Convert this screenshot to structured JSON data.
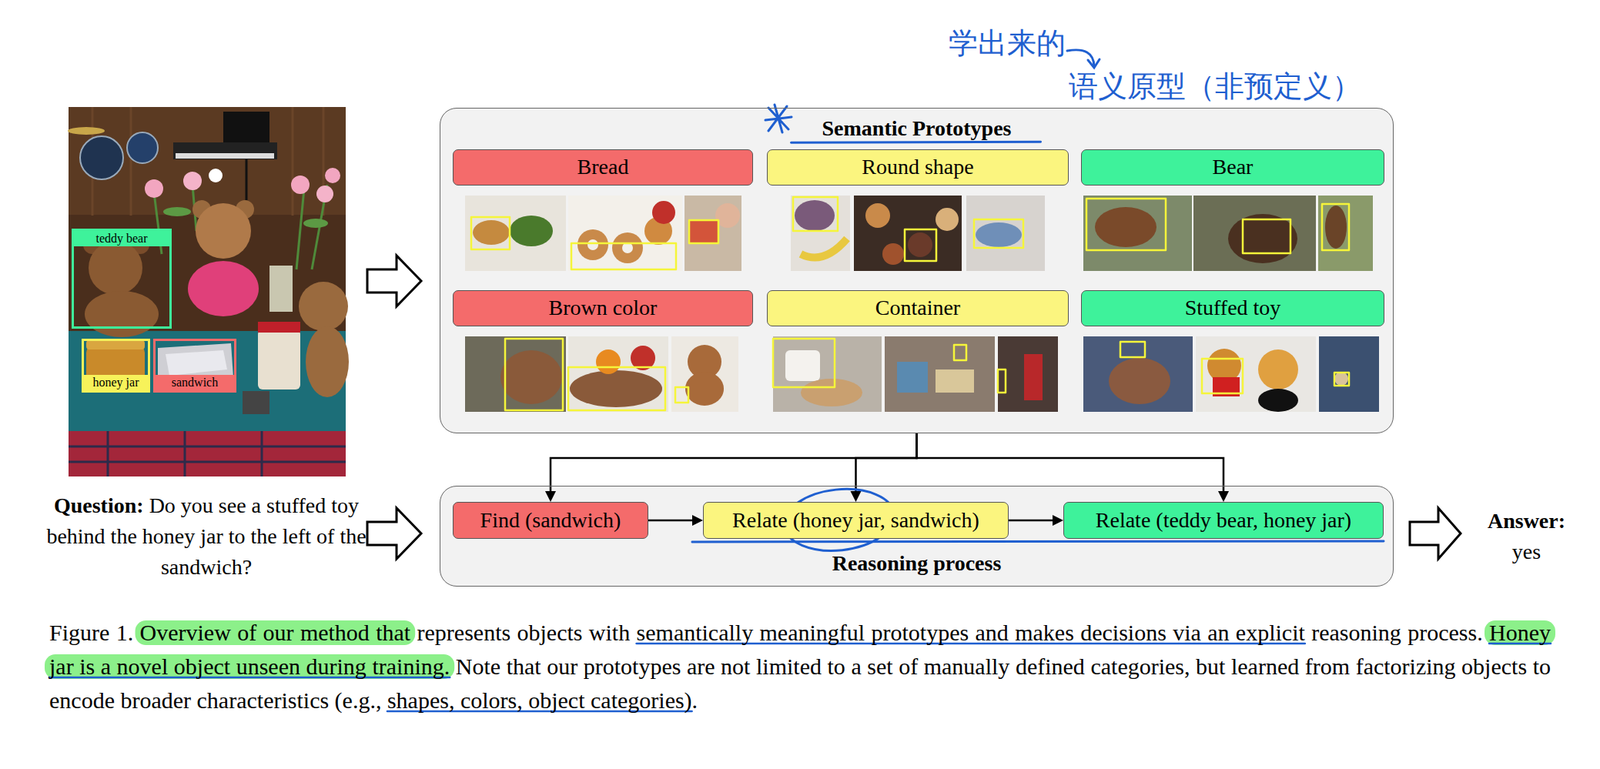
{
  "diagram": {
    "caption": "Figure 1. Overview of our method that represents objects with semantically meaningful prototypes and makes decisions via an explicit reasoning process. Honey jar is a novel object unseen during training. Note that our prototypes are not limited to a set of manually defined categories, but learned from factorizing objects to encode broader characteristics (e.g., shapes, colors, object categories).",
    "nodes": [
      {
        "text": [
          "teddy bear"
        ]
      },
      {
        "text": [
          "honey jar"
        ]
      },
      {
        "text": [
          "sandwich"
        ]
      },
      {
        "text": [
          "Semantic Prototypes"
        ]
      },
      {
        "text": [
          "Bread"
        ],
        "in": 3
      },
      {
        "text": [
          "Round shape"
        ],
        "in": 3
      },
      {
        "text": [
          "Bear"
        ],
        "in": 3
      },
      {
        "text": [
          "Brown color"
        ],
        "in": 3
      },
      {
        "text": [
          "Container"
        ],
        "in": 3
      },
      {
        "text": [
          "Stuffed toy"
        ],
        "in": 3
      },
      {
        "text": [
          "Reasoning process"
        ]
      },
      {
        "text": [
          "Find (sandwich)"
        ],
        "in": 10
      },
      {
        "text": [
          "Relate (honey jar, sandwich)"
        ],
        "in": 10
      },
      {
        "text": [
          "Relate (teddy bear, honey jar)"
        ],
        "in": 10
      }
    ],
    "edges": [
      {
        "from": 3,
        "to": 11,
        "arrow": "to"
      },
      {
        "from": 3,
        "to": 12,
        "arrow": "to"
      },
      {
        "from": 3,
        "to": 13,
        "arrow": "to"
      },
      {
        "from": 11,
        "to": 12,
        "arrow": "to"
      },
      {
        "from": 12,
        "to": 13,
        "arrow": "to"
      }
    ],
    "labels": [
      "学出来的",
      "语义原型（非预定义）",
      "Question:",
      "Do you see a stuffed toy behind the honey jar to the left of the sandwich?",
      "Answer:",
      "yes"
    ]
  }
}
